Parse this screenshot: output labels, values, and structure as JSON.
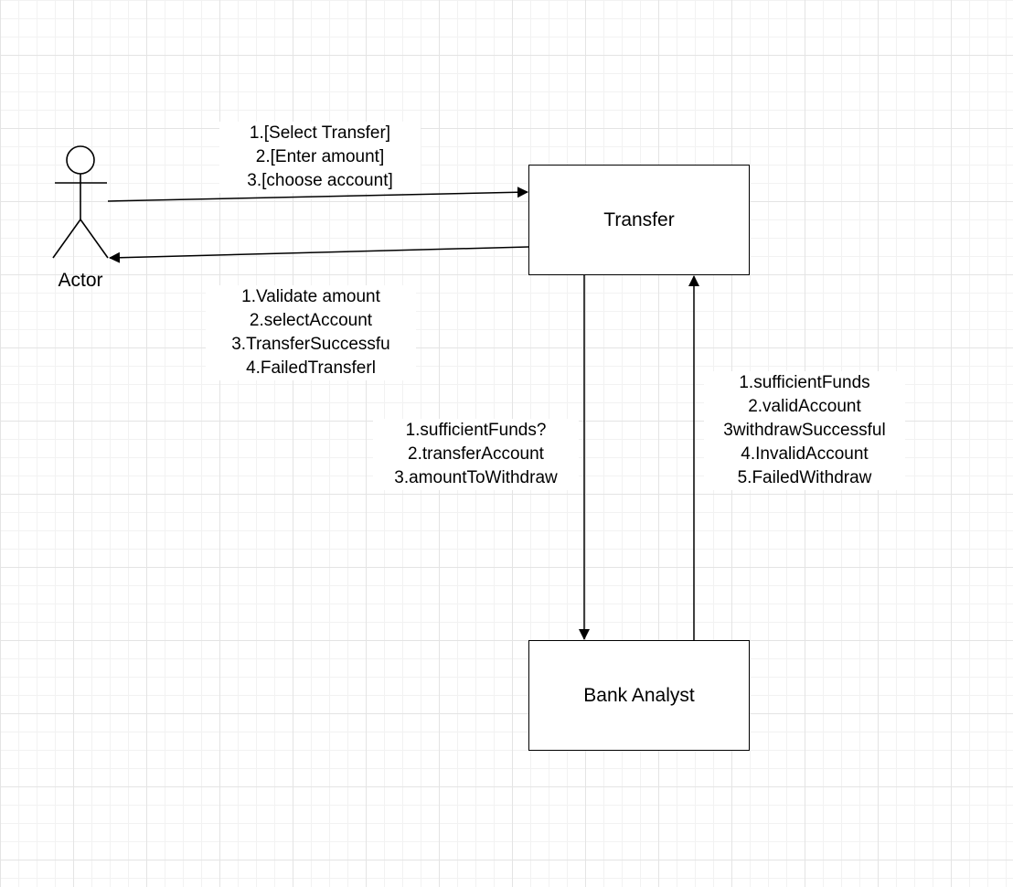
{
  "actor": {
    "label": "Actor"
  },
  "nodes": {
    "transfer": "Transfer",
    "bank_analyst": "Bank Analyst"
  },
  "edges": {
    "actor_to_transfer": [
      "1.[Select Transfer]",
      "2.[Enter amount]",
      "3.[choose account]"
    ],
    "transfer_to_actor": [
      "1.Validate amount",
      "2.selectAccount",
      "3.TransferSuccessfu",
      "4.FailedTransferl"
    ],
    "transfer_to_bank": [
      "1.sufficientFunds?",
      "2.transferAccount",
      "3.amountToWithdraw"
    ],
    "bank_to_transfer": [
      "1.sufficientFunds",
      "2.validAccount",
      "3withdrawSuccessful",
      "4.InvalidAccount",
      "5.FailedWithdraw"
    ]
  }
}
